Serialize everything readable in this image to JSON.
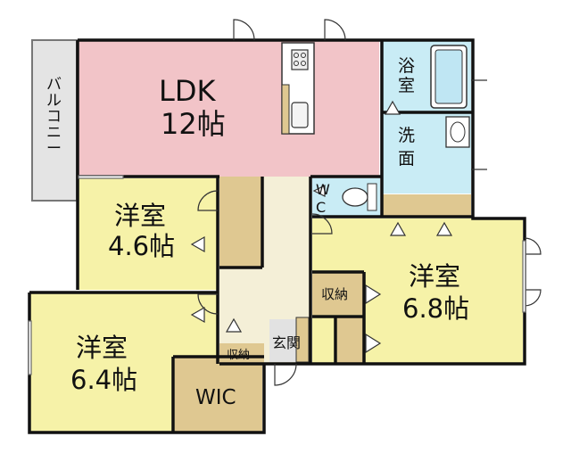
{
  "rooms": {
    "ldk": {
      "name": "LDK",
      "size": "12帖",
      "color": "#f2c4c8"
    },
    "western_north": {
      "name": "洋室",
      "size": "4.6帖",
      "color": "#f6f2a8"
    },
    "western_east": {
      "name": "洋室",
      "size": "6.8帖",
      "color": "#f6f2a8"
    },
    "western_south": {
      "name": "洋室",
      "size": "6.4帖",
      "color": "#f6f2a8"
    },
    "bath": {
      "name": "浴室",
      "color": "#c9ecf5"
    },
    "washroom": {
      "name": "洗面",
      "color": "#c9ecf5"
    },
    "wc": {
      "name": "W C",
      "color": "#c9ecf5"
    },
    "wic": {
      "name": "WIC",
      "color": "#dfc891"
    },
    "storage_east": {
      "name": "収納",
      "color": "#dfc891"
    },
    "storage_entry": {
      "name": "収納",
      "color": "#dfc891"
    },
    "entrance": {
      "name": "玄関",
      "color": "#e2e2e2"
    },
    "hall": {
      "color": "#f4efd7"
    },
    "balcony": {
      "name": "バルコニー",
      "color": "#e4e4e4"
    }
  },
  "colors": {
    "wall": "#111111",
    "closet": "#dfc891"
  }
}
